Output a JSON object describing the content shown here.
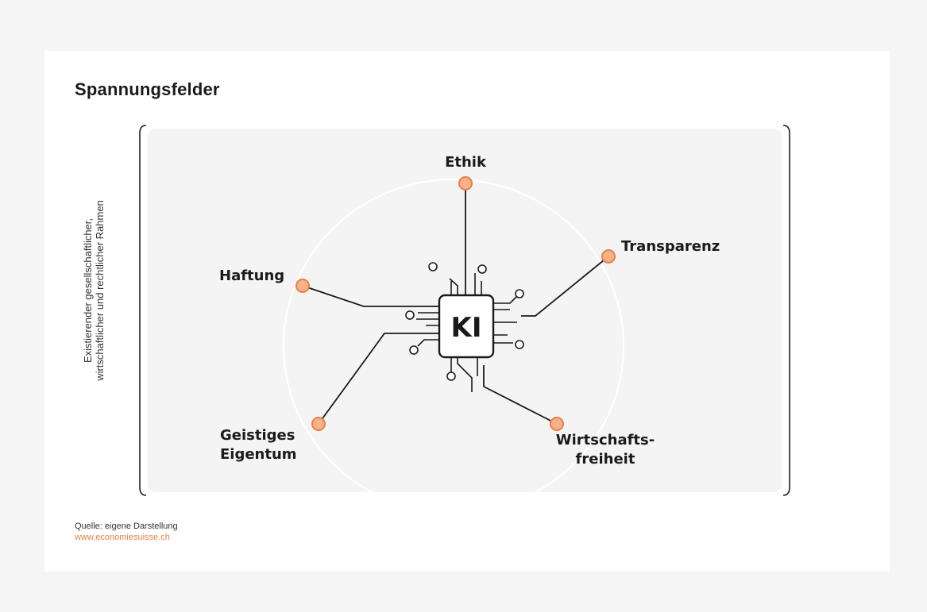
{
  "title": "Spannungsfelder",
  "frame_label": {
    "line1": "Existierender gesellschaftlicher,",
    "line2": "wirtschaftlicher und rechtlicher Rahmen"
  },
  "center": {
    "label": "KI"
  },
  "nodes": {
    "ethik": "Ethik",
    "transparenz": "Transparenz",
    "haftung": "Haftung",
    "geistiges_line1": "Geistiges",
    "geistiges_line2": "Eigentum",
    "wirtschaft_line1": "Wirtschafts-",
    "wirtschaft_line2": "freiheit"
  },
  "source": {
    "text": "Quelle: eigene Darstellung",
    "url": "www.economiesuisse.ch"
  },
  "colors": {
    "accent": "#ee7d45",
    "node_fill": "#f6b28b",
    "panel": "#f4f4f4",
    "line": "#1a1a1a"
  }
}
